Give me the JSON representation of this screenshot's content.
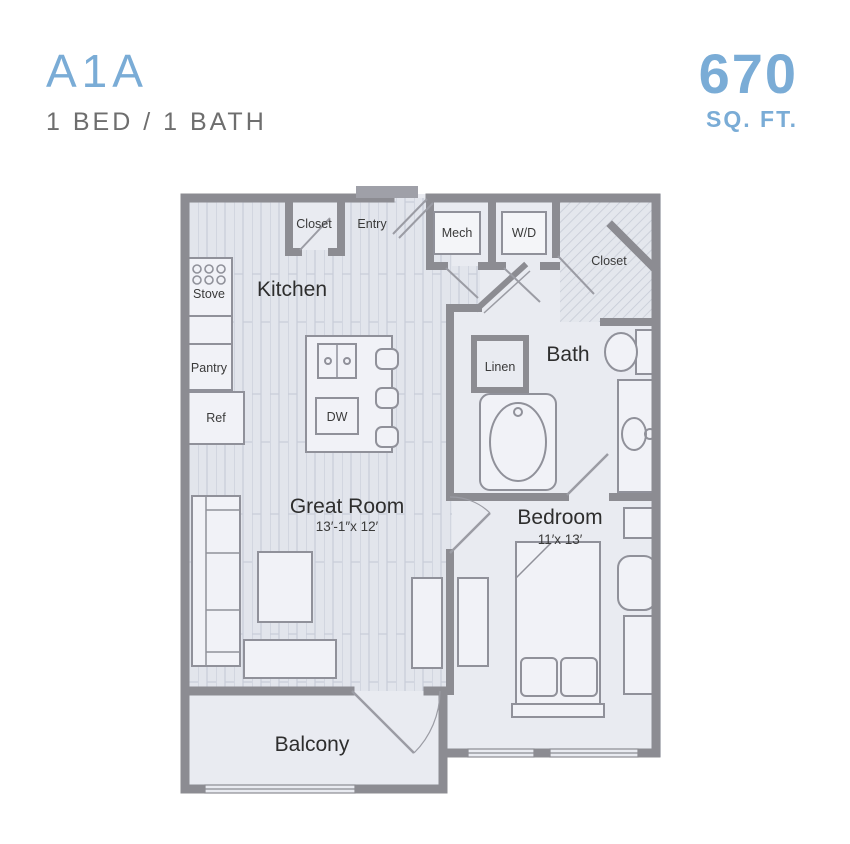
{
  "header": {
    "unit_name": "A1A",
    "unit_type": "1 BED / 1 BATH",
    "area_value": "670",
    "area_unit": "SQ. FT."
  },
  "plan": {
    "rooms": {
      "kitchen": "Kitchen",
      "great_room": "Great Room",
      "great_room_dims": "13′-1″x 12′",
      "bedroom": "Bedroom",
      "bedroom_dims": "11′x 13′",
      "bath": "Bath",
      "balcony": "Balcony",
      "entry": "Entry",
      "closet_front": "Closet",
      "closet_bedroom": "Closet",
      "mech": "Mech",
      "washer_dryer": "W/D",
      "stove": "Stove",
      "pantry": "Pantry",
      "fridge": "Ref",
      "dishwasher": "DW",
      "linen": "Linen"
    }
  },
  "colors": {
    "accent_blue": "#7AACD6",
    "subtitle_gray": "#6E6E6E",
    "wall_gray": "#8C8C92",
    "room_fill": "#E9EBF1",
    "fixture_fill": "#F1F2F7",
    "label_dark": "#2E2E2E"
  }
}
